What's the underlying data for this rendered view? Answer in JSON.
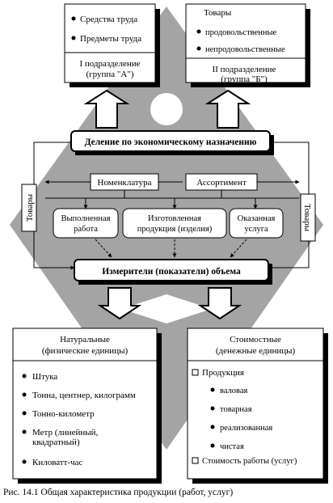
{
  "top_left": {
    "items": [
      "Средства труда",
      "Предметы труда"
    ],
    "title_line1": "I подразделение",
    "title_line2": "(группа \"А\")"
  },
  "top_right": {
    "heading": "Товары",
    "items": [
      "продовольственные",
      "непродовольственные"
    ],
    "title_line1": "II подразделение",
    "title_line2": "(группа \"Б\")"
  },
  "center": {
    "economic_division": "Деление по экономическому назначению",
    "nomenclature": "Номенклатура",
    "assortment": "Ассортимент",
    "side_left": "Товары",
    "side_right": "Товары",
    "work_done_l1": "Выполненная",
    "work_done_l2": "работа",
    "manufactured_l1": "Изготовленная",
    "manufactured_l2": "продукция (изделия)",
    "service_l1": "Оказанная",
    "service_l2": "услуга",
    "measures": "Измерители (показатели) объема"
  },
  "bottom_left": {
    "title_line1": "Натуральные",
    "title_line2": "(физические единицы)",
    "items": [
      "Штука",
      "Тонна, центнер, килограмм",
      "Тонно-километр",
      "Метр (линейный,",
      "квадратный)",
      "Киловатт-час"
    ]
  },
  "bottom_right": {
    "title_line1": "Стоимостные",
    "title_line2": "(денежные единицы)",
    "product": "Продукция",
    "sub_items": [
      "валовая",
      "товарная",
      "реализованная",
      "чистая"
    ],
    "work_cost": "Стоимость работы (услуг)"
  },
  "caption": "Рис. 14.1 Общая характеристика продукции (работ, услуг)",
  "colors": {
    "diamond": "#a4a4a4",
    "shadow": "#000000",
    "box": "#ffffff"
  }
}
